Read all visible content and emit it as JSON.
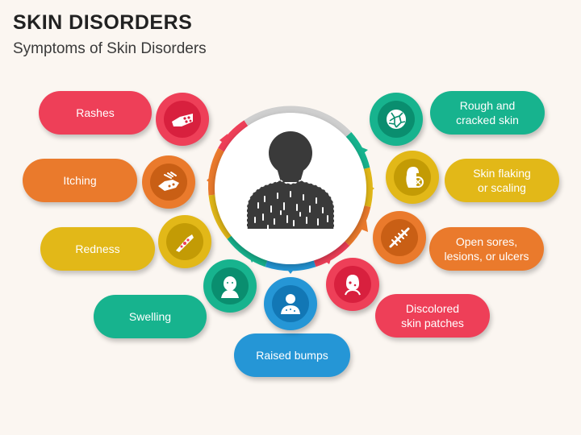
{
  "header": {
    "title": "SKIN DISORDERS",
    "subtitle": "Symptoms of Skin Disorders"
  },
  "colors": {
    "red": "#ee3f58",
    "orange": "#ea7a2c",
    "yellow": "#e2b818",
    "teal": "#17b38e",
    "blue": "#2596d6",
    "gray": "#cfcfcf"
  },
  "symptoms": [
    {
      "label": "Rashes",
      "icon": "rash-hand-icon",
      "color": "#ee3f58"
    },
    {
      "label": "Itching",
      "icon": "scratching-hand-icon",
      "color": "#ea7a2c"
    },
    {
      "label": "Redness",
      "icon": "red-skin-arm-icon",
      "color": "#e2b818"
    },
    {
      "label": "Swelling",
      "icon": "swollen-face-icon",
      "color": "#17b38e"
    },
    {
      "label": "Raised bumps",
      "icon": "bumps-person-icon",
      "color": "#2596d6"
    },
    {
      "label": "Discolored\nskin patches",
      "icon": "patchy-face-icon",
      "color": "#ee3f58"
    },
    {
      "label": "Open sores,\nlesions, or ulcers",
      "icon": "stitched-wound-icon",
      "color": "#ea7a2c"
    },
    {
      "label": "Skin flaking\nor scaling",
      "icon": "flaking-skin-icon",
      "color": "#e2b818"
    },
    {
      "label": "Rough and\ncracked skin",
      "icon": "cracked-skin-icon",
      "color": "#17b38e"
    }
  ],
  "center": {
    "icon": "skin-disorder-person-icon"
  }
}
